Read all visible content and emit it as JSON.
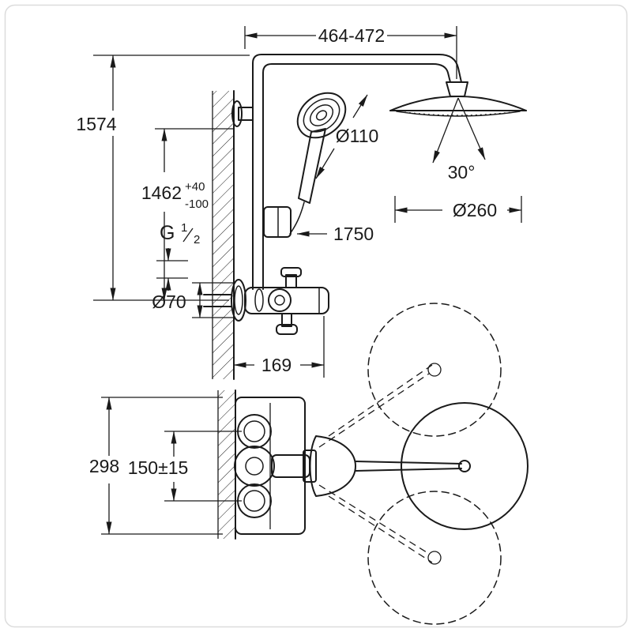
{
  "dims": {
    "width_range": "464-472",
    "total_height": "1574",
    "wall_height": "1462",
    "wall_height_tol_plus": "+40",
    "wall_height_tol_minus": "-100",
    "thread_label": "G",
    "thread_frac_num": "1",
    "thread_frac_den": "2",
    "handshower_diameter": "Ø110",
    "hose_length": "1750",
    "swivel_angle": "30°",
    "headshower_diameter": "Ø260",
    "escutcheon_diameter": "Ø70",
    "wall_clearance": "169",
    "plan_depth": "298",
    "inlet_spacing": "150±15"
  },
  "colors": {
    "line": "#1a1a1a",
    "frame": "#dcdcdc",
    "background": "#ffffff"
  }
}
